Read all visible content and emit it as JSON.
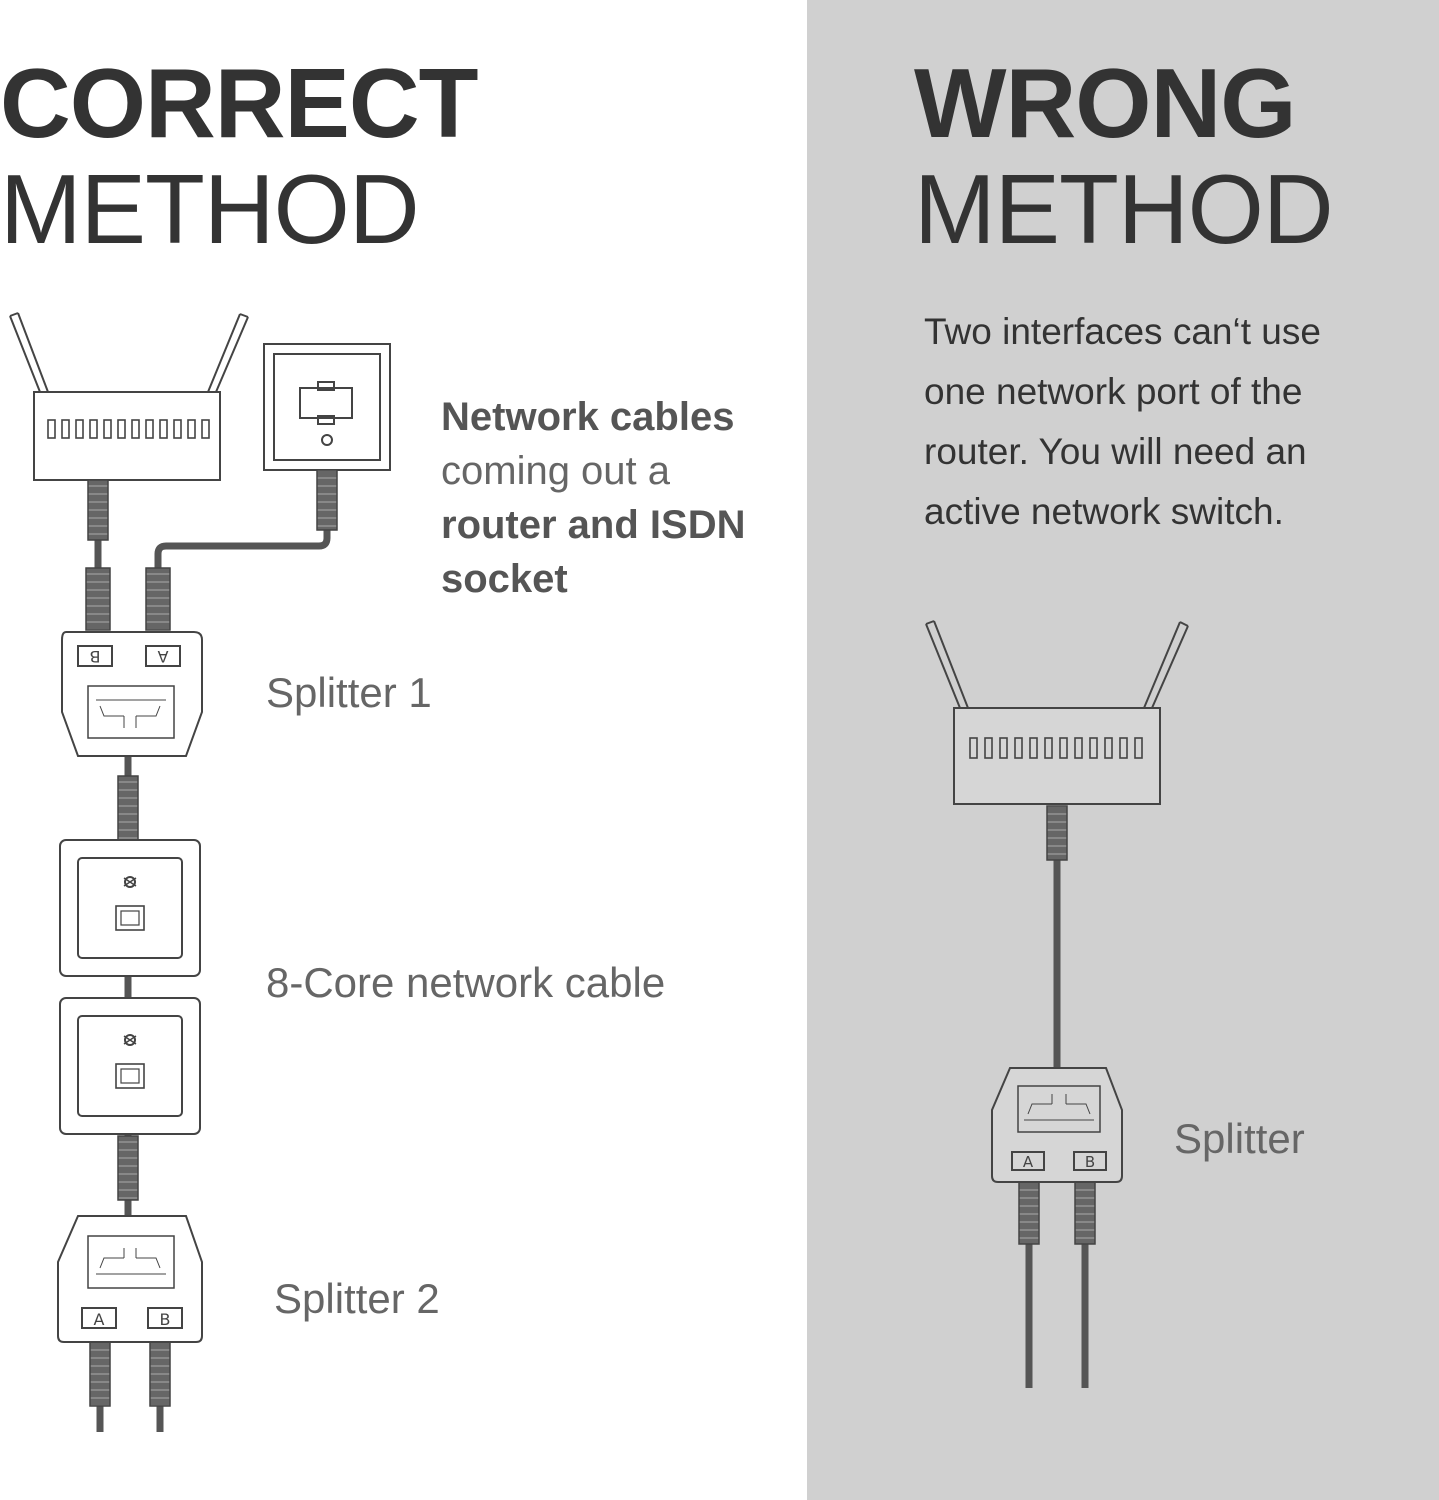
{
  "correct": {
    "title_bold": "CORRECT",
    "title_thin": "METHOD",
    "caption": {
      "line1": "Network cables",
      "line2": "coming out a",
      "line3": "router and ISDN",
      "line4": "socket"
    },
    "splitter1_label": "Splitter 1",
    "cable_label": "8-Core network cable",
    "splitter2_label": "Splitter 2",
    "port_a": "A",
    "port_b": "B"
  },
  "wrong": {
    "title_bold": "WRONG",
    "title_thin": "METHOD",
    "description": {
      "line1": "Two interfaces can‘t use",
      "line2": "one network port of the",
      "line3": "router. You will need an",
      "line4": "active network switch."
    },
    "splitter_label": "Splitter",
    "port_a": "A",
    "port_b": "B"
  },
  "colors": {
    "dark": "#333333",
    "cable": "#555555",
    "right_bg": "#d0d0d0"
  }
}
